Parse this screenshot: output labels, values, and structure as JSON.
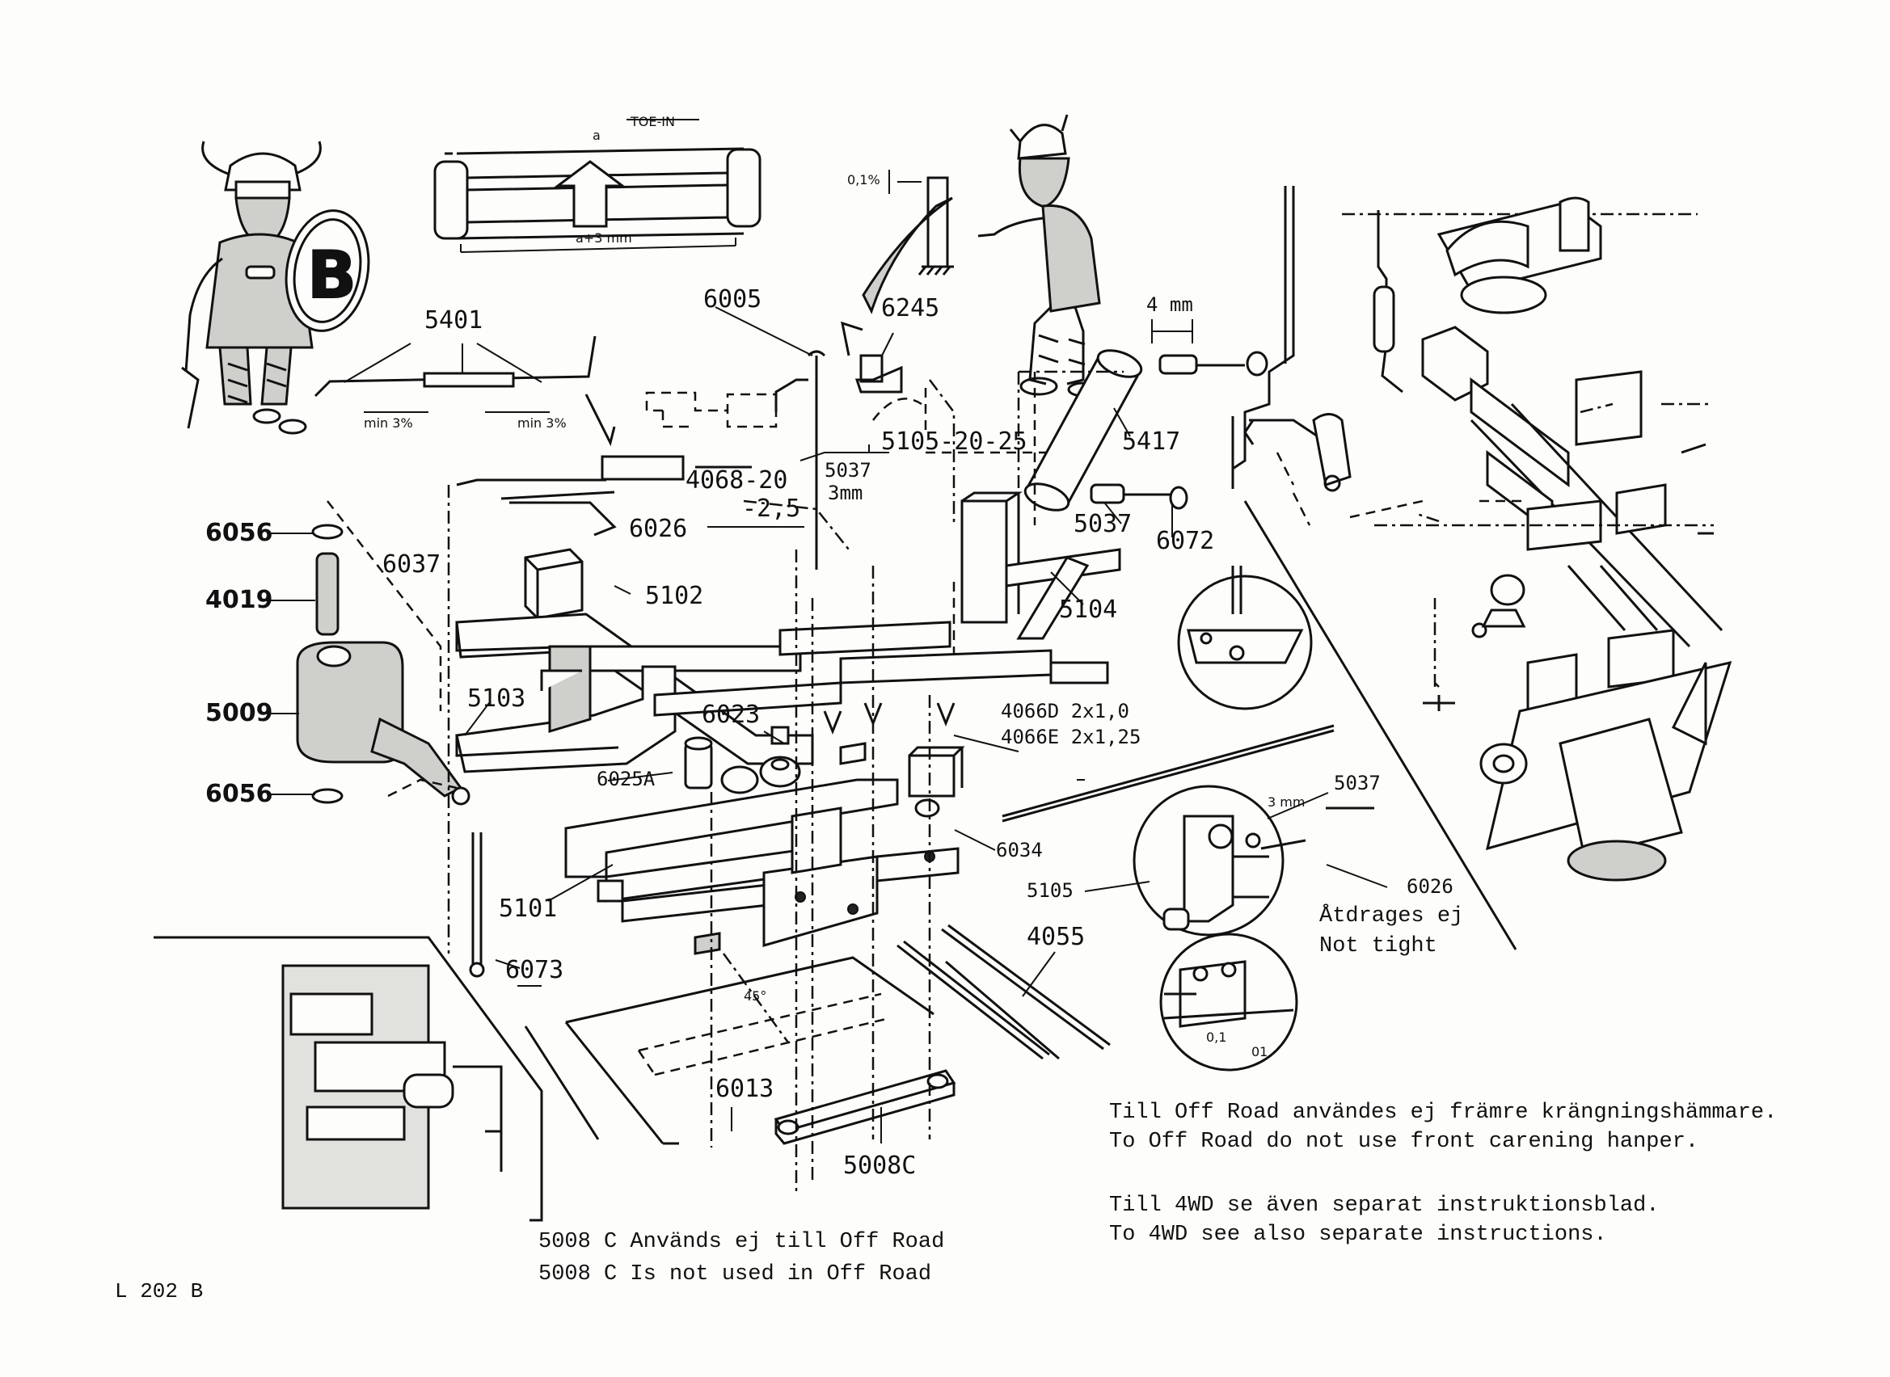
{
  "page_id": "L 202 B",
  "toe_in": {
    "title": "TOE-IN",
    "a_label": "a",
    "dim_label": "a+3 mm"
  },
  "small_dims": {
    "shim": "0,1%",
    "left_a": "min 3%",
    "left_b": "min 3%",
    "four_mm": "4 mm",
    "three_mm": "3 mm",
    "angle": "45°",
    "a01": "0,1",
    "a02": "01"
  },
  "shield_letter": "B",
  "labels": {
    "p6005": "6005",
    "p6245": "6245",
    "p5401": "5401",
    "p5417": "5417",
    "p4068": "4068-20",
    "p4068b": "-2,5",
    "p5037a": "5037",
    "p5037a_mm": "3mm",
    "p51052025": "5105-20-25",
    "p6026a": "6026",
    "p5037b": "5037",
    "p6072": "6072",
    "p6056a": "6056",
    "p6037": "6037",
    "p5102": "5102",
    "p4019": "4019",
    "p5104": "5104",
    "p5009": "5009",
    "p5103": "5103",
    "p6023": "6023",
    "p4066d": "4066D 2x1,0",
    "p4066e": "4066E 2x1,25",
    "p6056b": "6056",
    "p6025a": "6025A",
    "p6034": "6034",
    "p5037c": "5037",
    "p5105": "5105",
    "p6026b": "6026",
    "p5101": "5101",
    "p4055": "4055",
    "p6073": "6073",
    "p6013": "6013",
    "p5008c": "5008C"
  },
  "callout_note": [
    "Åtdrages ej",
    "Not tight"
  ],
  "notes": {
    "offroad_sv": "Till Off Road användes ej främre krängningshämmare.",
    "offroad_en": "To Off Road do not use front carening hanper.",
    "fourwd_sv": "Till 4WD se även separat instruktionsblad.",
    "fourwd_en": "To 4WD see also separate instructions.",
    "p5008c_sv": "5008 C Används ej till Off Road",
    "p5008c_en": "5008 C Is not used in Off Road"
  }
}
